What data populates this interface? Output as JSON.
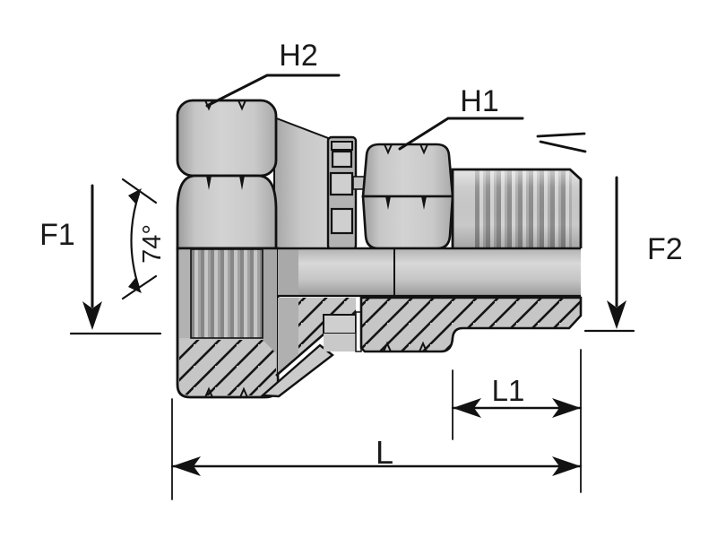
{
  "drawing": {
    "labels": {
      "h2": "H2",
      "h1": "H1",
      "f1": "F1",
      "f2": "F2",
      "angle": "74°",
      "l1": "L1",
      "l": "L"
    },
    "symbols": {
      "taper": "thread-taper-symbol",
      "arrows": "cad-swallowtail-arrowheads"
    },
    "colors": {
      "background": "#ffffff",
      "outline": "#121212",
      "text": "#1a1a1a",
      "body_light": "#d2d2d2",
      "body_mid": "#c2c2c2",
      "body_dark": "#8c8c8c",
      "hatch_line": "#151515"
    }
  }
}
